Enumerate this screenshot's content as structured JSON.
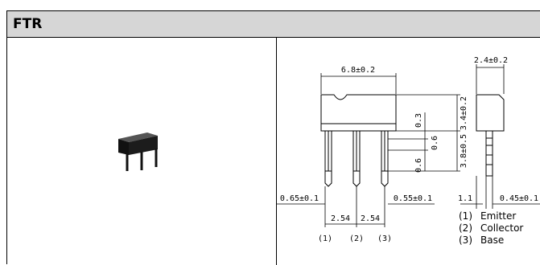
{
  "header": {
    "title": "FTR"
  },
  "dimensions": {
    "body_width": "6.8±0.2",
    "side_width": "2.4±0.2",
    "body_height": "3.4±0.2",
    "lead_length": "3.8±0.5",
    "gap_03": "0.3",
    "gap_06a": "0.6",
    "gap_06b": "0.6",
    "lead_left": "0.65±0.1",
    "lead_right": "0.55±0.1",
    "pitch_1": "2.54",
    "pitch_2": "2.54",
    "side_11": "1.1",
    "side_lead": "0.45±0.1"
  },
  "pins": [
    "(1)",
    "(2)",
    "(3)"
  ],
  "legend": [
    {
      "num": "(1)",
      "name": "Emitter"
    },
    {
      "num": "(2)",
      "name": "Collector"
    },
    {
      "num": "(3)",
      "name": "Base"
    }
  ]
}
